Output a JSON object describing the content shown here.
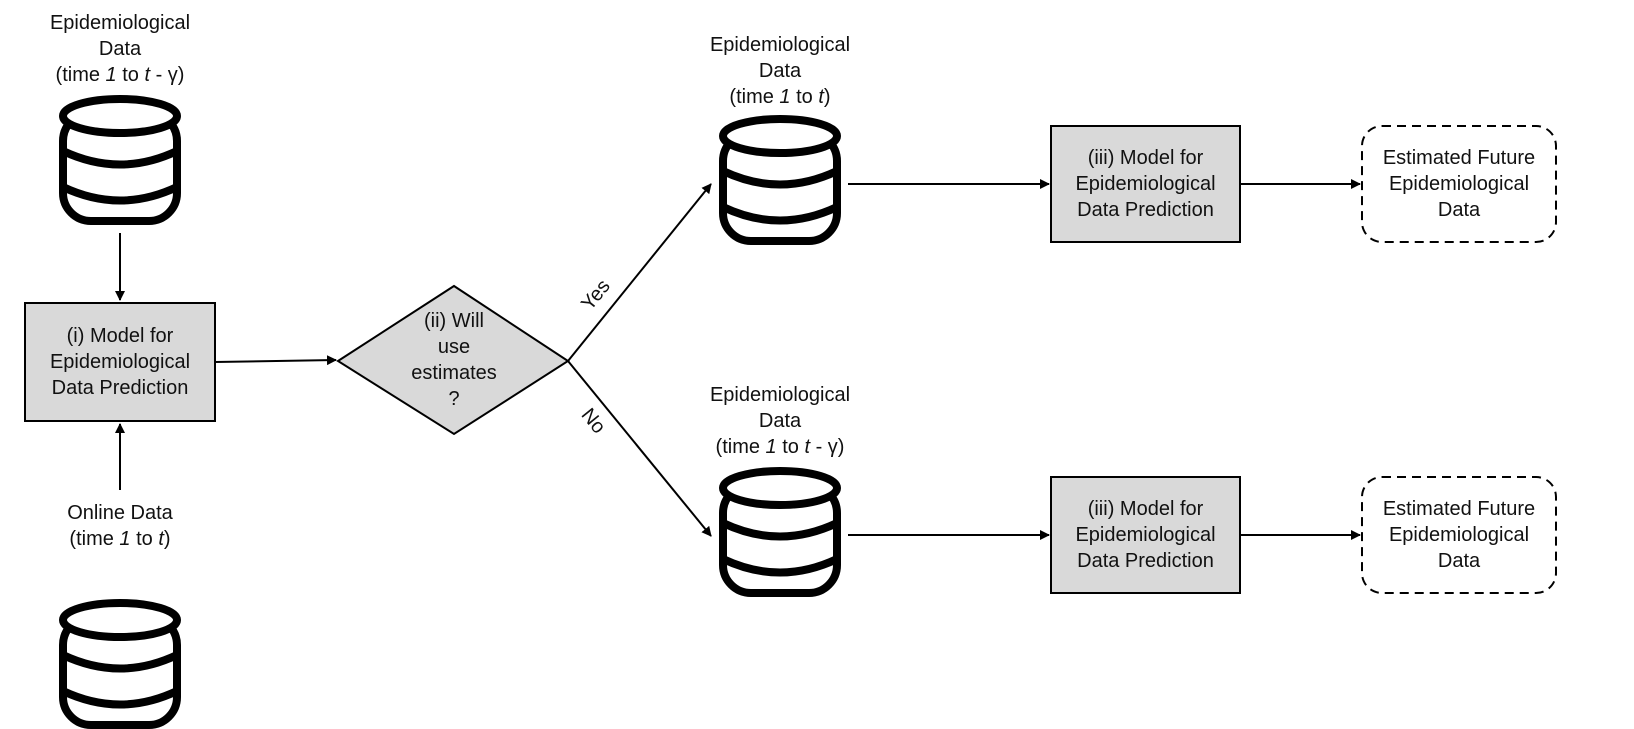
{
  "db_top_left": {
    "line1": "Epidemiological",
    "line2": "Data",
    "time_prefix": "(time ",
    "time_from": "1",
    "time_to_word": " to ",
    "time_t": "t",
    "time_rest": " - γ)"
  },
  "db_online": {
    "line1": "Online Data",
    "time_prefix": "(time ",
    "time_from": "1",
    "time_to_word": " to ",
    "time_t": "t",
    "time_rest": ")"
  },
  "db_yes": {
    "line1": "Epidemiological",
    "line2": "Data",
    "time_prefix": "(time ",
    "time_from": "1",
    "time_to_word": " to ",
    "time_t": "t",
    "time_rest": ")"
  },
  "db_no": {
    "line1": "Epidemiological",
    "line2": "Data",
    "time_prefix": "(time ",
    "time_from": "1",
    "time_to_word": " to ",
    "time_t": "t",
    "time_rest": " - γ)"
  },
  "model_i": {
    "line1": "(i) Model for",
    "line2": "Epidemiological",
    "line3": "Data Prediction"
  },
  "decision": {
    "line1": "(ii) Will",
    "line2": "use",
    "line3": "estimates",
    "line4": "?"
  },
  "branches": {
    "yes": "Yes",
    "no": "No"
  },
  "model_iii_top": {
    "line1": "(iii) Model for",
    "line2": "Epidemiological",
    "line3": "Data Prediction"
  },
  "model_iii_bottom": {
    "line1": "(iii) Model for",
    "line2": "Epidemiological",
    "line3": "Data Prediction"
  },
  "output_top": {
    "line1": "Estimated Future",
    "line2": "Epidemiological",
    "line3": "Data"
  },
  "output_bottom": {
    "line1": "Estimated Future",
    "line2": "Epidemiological",
    "line3": "Data"
  },
  "colors": {
    "box_fill": "#d9d9d9",
    "stroke": "#000000",
    "db_fill": "#ffffff"
  }
}
